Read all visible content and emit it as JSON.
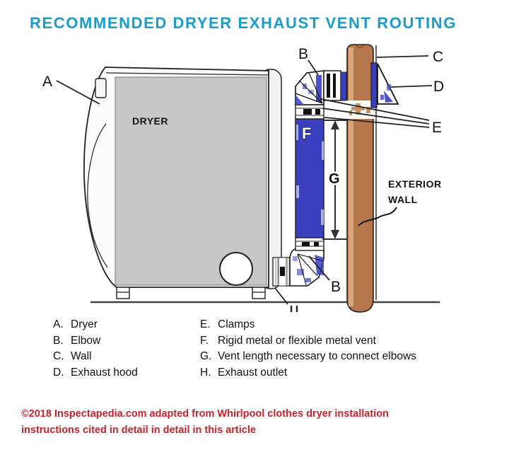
{
  "title": "RECOMMENDED DRYER EXHAUST VENT ROUTING",
  "diagram": {
    "dryer_label": "DRYER",
    "exterior_wall": {
      "line1": "EXTERIOR",
      "line2": "WALL"
    },
    "labels": {
      "a": "A",
      "b": "B",
      "c": "C",
      "d": "D",
      "e": "E",
      "f": "F",
      "g": "G"
    }
  },
  "legend": {
    "left": [
      {
        "key": "A.",
        "text": "Dryer"
      },
      {
        "key": "B.",
        "text": "Elbow"
      },
      {
        "key": "C.",
        "text": "Wall"
      },
      {
        "key": "D.",
        "text": "Exhaust hood"
      }
    ],
    "right": [
      {
        "key": "E.",
        "text": "Clamps"
      },
      {
        "key": "F.",
        "text": "Rigid metal or flexible metal vent"
      },
      {
        "key": "G.",
        "text": "Vent length necessary to connect elbows"
      },
      {
        "key": "H.",
        "text": "Exhaust outlet"
      }
    ]
  },
  "footer": {
    "line1": "©2018 Inspectapedia.com adapted from Whirlpool clothes dryer installation",
    "line2": "instructions cited in detail in detail in this article"
  },
  "colors": {
    "title_cyan": "#199dc9",
    "footer_red": "#c4242c",
    "duct_blue": "#3a3fbf",
    "duct_blue_light": "#aab0ec",
    "wall_brown": "#b5774b",
    "wall_light": "#d8a87d",
    "wall_blob_tan": "#c9915f",
    "dryer_panel_gray": "#c7c7c7"
  }
}
